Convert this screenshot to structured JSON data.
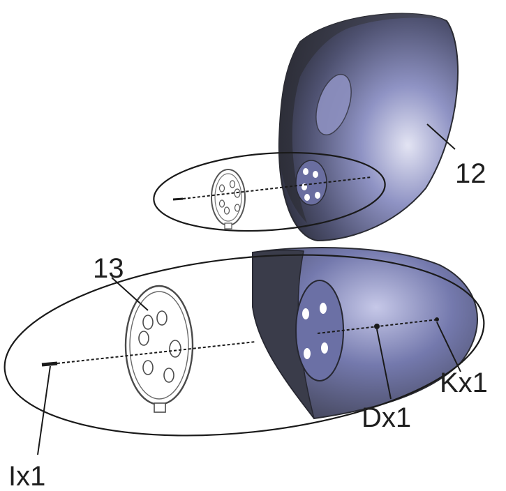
{
  "labels": {
    "part_12": "12",
    "part_13": "13",
    "k": "Kx1",
    "d": "Dx1",
    "i": "Ix1"
  },
  "colors": {
    "shell_dark": "#3f4152",
    "shell_mid": "#6f74a6",
    "shell_light": "#c9cbe6",
    "line": "#1a1a1a",
    "background": "#ffffff"
  }
}
